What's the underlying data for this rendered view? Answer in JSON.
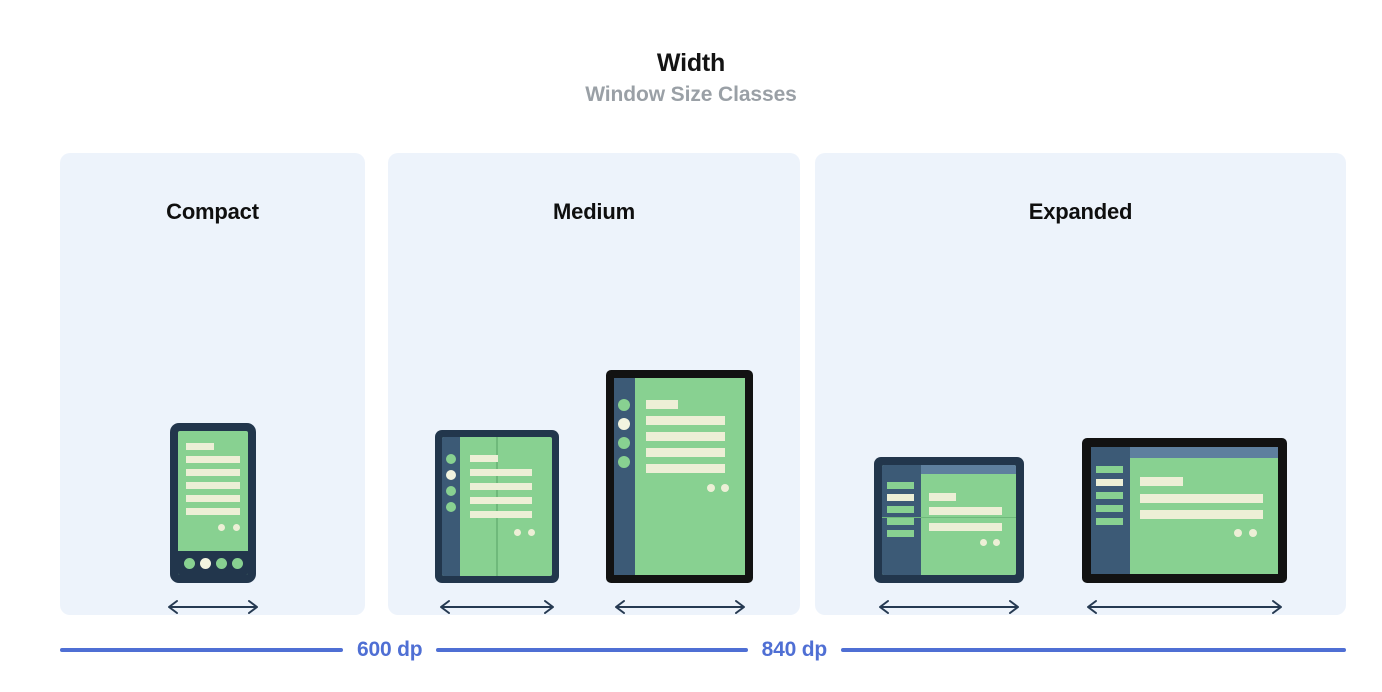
{
  "header": {
    "title": "Width",
    "subtitle": "Window Size Classes"
  },
  "panels": [
    {
      "key": "compact",
      "label": "Compact",
      "devices": [
        {
          "name": "phone-portrait",
          "arrow_icon": "double-arrow-horizontal"
        }
      ]
    },
    {
      "key": "medium",
      "label": "Medium",
      "devices": [
        {
          "name": "foldable-unfolded-portrait",
          "arrow_icon": "double-arrow-horizontal"
        },
        {
          "name": "tablet-portrait",
          "arrow_icon": "double-arrow-horizontal"
        }
      ]
    },
    {
      "key": "expanded",
      "label": "Expanded",
      "devices": [
        {
          "name": "foldable-landscape",
          "arrow_icon": "double-arrow-horizontal"
        },
        {
          "name": "tablet-landscape",
          "arrow_icon": "double-arrow-horizontal"
        }
      ]
    }
  ],
  "scale": {
    "breakpoints": [
      {
        "value": "600 dp"
      },
      {
        "value": "840 dp"
      }
    ]
  },
  "colors": {
    "page_background": "#ffffff",
    "panel_background": "#edf3fb",
    "title": "#131313",
    "subtitle": "#9aa0a6",
    "device_frame_navy": "#22364c",
    "device_frame_black": "#121212",
    "screen_green": "#88d191",
    "content_cream": "#edefd6",
    "nav_rail_slate": "#3c5a76",
    "title_bar_blue": "#5e7f9e",
    "scale_blue": "#4f6fd4",
    "arrow": "#263a52"
  }
}
